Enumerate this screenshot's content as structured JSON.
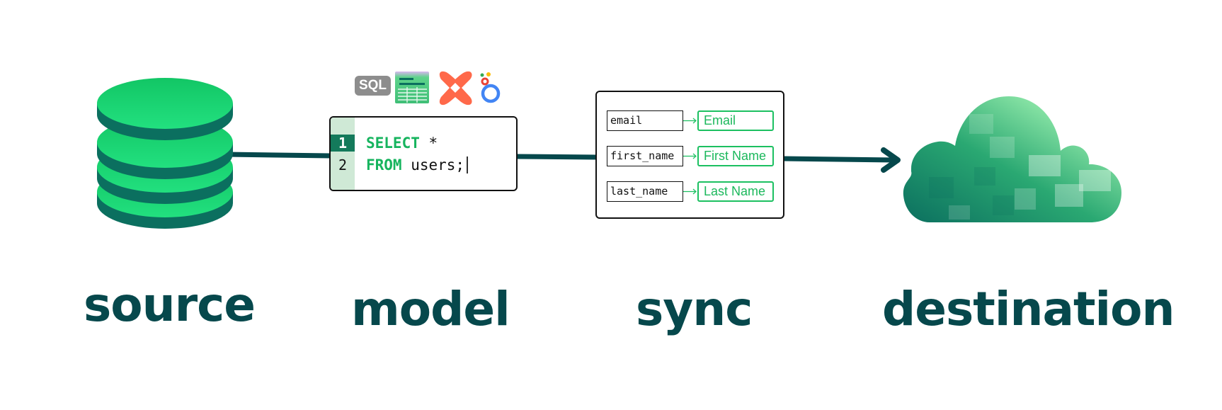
{
  "stages": {
    "source": "source",
    "model": "model",
    "sync": "sync",
    "destination": "destination"
  },
  "model": {
    "tool_icons": [
      "sql-badge-icon",
      "spreadsheet-icon",
      "dbt-icon",
      "looker-icon"
    ],
    "sql_badge": "SQL",
    "line_numbers": [
      "1",
      "2"
    ],
    "code": {
      "line1_keyword": "SELECT",
      "line1_rest": " *",
      "line2_keyword": "FROM",
      "line2_rest": " users;"
    }
  },
  "sync": {
    "mappings": [
      {
        "source": "email",
        "destination": "Email"
      },
      {
        "source": "first_name",
        "destination": "First Name"
      },
      {
        "source": "last_name",
        "destination": "Last Name"
      }
    ]
  },
  "colors": {
    "brand_dark": "#06484c",
    "brand_green": "#1cc061",
    "db_green": "#1ed97a"
  }
}
